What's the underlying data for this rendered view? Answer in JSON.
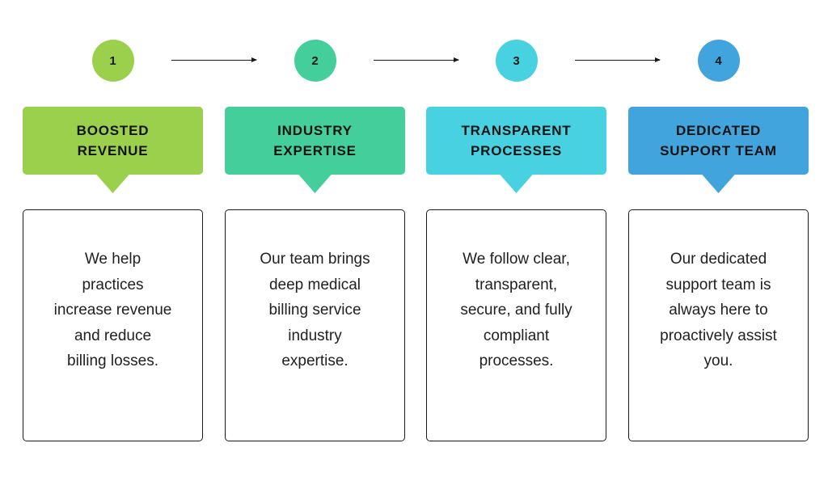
{
  "canvas": {
    "background": "#ffffff",
    "text_color": "#1a1a1a",
    "arrow_color": "#1a1a1a"
  },
  "cards": [
    {
      "number": "1",
      "color": "#9BD04D",
      "title_lines": [
        "BOOSTED",
        "REVENUE"
      ],
      "desc_lines": [
        "We help",
        "practices",
        "increase revenue",
        "and reduce",
        "billing losses."
      ]
    },
    {
      "number": "2",
      "color": "#43CE9C",
      "title_lines": [
        "INDUSTRY",
        "EXPERTISE"
      ],
      "desc_lines": [
        "Our team brings",
        "deep medical",
        "billing service",
        "industry",
        "expertise."
      ]
    },
    {
      "number": "3",
      "color": "#48D2E1",
      "title_lines": [
        "TRANSPARENT",
        "PROCESSES"
      ],
      "desc_lines": [
        "We follow clear,",
        "transparent,",
        "secure, and fully",
        "compliant",
        "processes."
      ]
    },
    {
      "number": "4",
      "color": "#42A4DD",
      "title_lines": [
        "DEDICATED",
        "SUPPORT TEAM"
      ],
      "desc_lines": [
        "Our dedicated",
        "support team is",
        "always here to",
        "proactively assist",
        "you."
      ]
    }
  ]
}
